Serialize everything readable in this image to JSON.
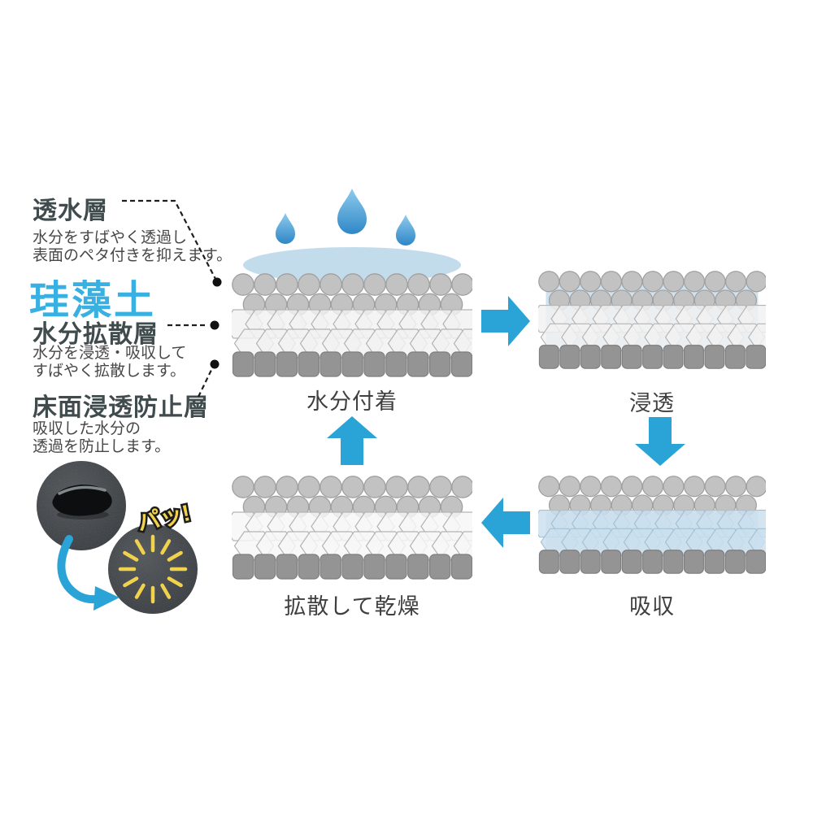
{
  "page": {
    "background": "#ffffff"
  },
  "legend": {
    "layer1": {
      "title": "透水層",
      "desc": "水分をすばやく透過し\n表面のペタ付きを抑えます。"
    },
    "brand": {
      "title": "珪藻土"
    },
    "layer2": {
      "title": "水分拡散層",
      "desc": "水分を浸透・吸収して\nすばやく拡散します。"
    },
    "layer3": {
      "title": "床面浸透防止層",
      "desc": "吸収した水分の\n透過を防止します。"
    }
  },
  "cycle": {
    "steps": [
      {
        "id": "attach",
        "label": "水分付着"
      },
      {
        "id": "permeate",
        "label": "浸透"
      },
      {
        "id": "absorb",
        "label": "吸収"
      },
      {
        "id": "dry",
        "label": "拡散して乾燥"
      }
    ]
  },
  "photo": {
    "burst_text": "パッ!"
  },
  "icons": {
    "droplets": "droplet-icon",
    "cycle_arrows": "block-arrow-icon",
    "burst": "burst-rays-icon",
    "curved_arrow": "curved-arrow-icon"
  },
  "colors": {
    "accent_blue": "#2aa3d6",
    "brand_cyan": "#38b0e2",
    "heading_text": "#404b4d",
    "body_text": "#474747",
    "label_text": "#3f3f3f",
    "droplet_light": "#8ecbee",
    "droplet_dark": "#2f87c6",
    "puddle": "#c3dcec",
    "wet_bg": "#cfe2ef",
    "circle_fill": "#c2c2c2",
    "circle_stroke": "#a0a0a0",
    "hex_fill": "#f1f1f1",
    "hex_stroke": "#b4b4b4",
    "hex_wet_fill": "#cadfee",
    "hex_wet_stroke": "#a4c0d4",
    "hex_dry_fill": "#f6f7f7",
    "square_fill": "#949494",
    "square_stroke": "#7e7e7e",
    "photo_dark": "#2f3337",
    "photo_light": "#4d5256",
    "burst_yellow": "#f0d24c",
    "leader_line": "#1e1e1e"
  }
}
